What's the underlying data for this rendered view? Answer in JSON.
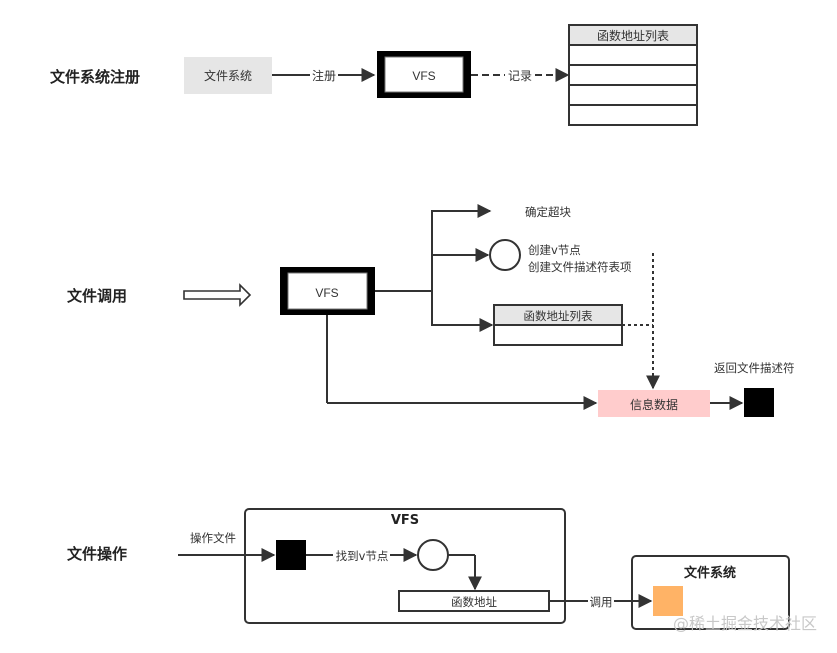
{
  "colors": {
    "line": "#333333",
    "gray_fill": "#e6e6e6",
    "pink_fill": "#ffcccc",
    "orange_fill": "#ffb366",
    "black": "#000000",
    "watermark": "#c8c8c8"
  },
  "sections": {
    "register": {
      "title": "文件系统注册",
      "fs_box": "文件系统",
      "arrow_label": "注册",
      "vfs_box": "VFS",
      "dash_label": "记录",
      "table": {
        "header": "函数地址列表",
        "rows": [
          "",
          "",
          "",
          ""
        ]
      }
    },
    "call": {
      "title": "文件调用",
      "input_arrow": "hollow-arrow-icon",
      "vfs_box": "VFS",
      "branch1_label": "确定超块",
      "branch2_label_line1": "创建v节点",
      "branch2_label_line2": "创建文件描述符表项",
      "table": {
        "header": "函数地址列表",
        "rows": [
          ""
        ]
      },
      "info_box": "信息数据",
      "return_label": "返回文件描述符"
    },
    "operate": {
      "title": "文件操作",
      "input_label": "操作文件",
      "vfs_container": "VFS",
      "find_label": "找到v节点",
      "func_box": "函数地址",
      "call_label": "调用",
      "fs_container": "文件系统"
    }
  },
  "watermark": "@稀土掘金技术社区"
}
